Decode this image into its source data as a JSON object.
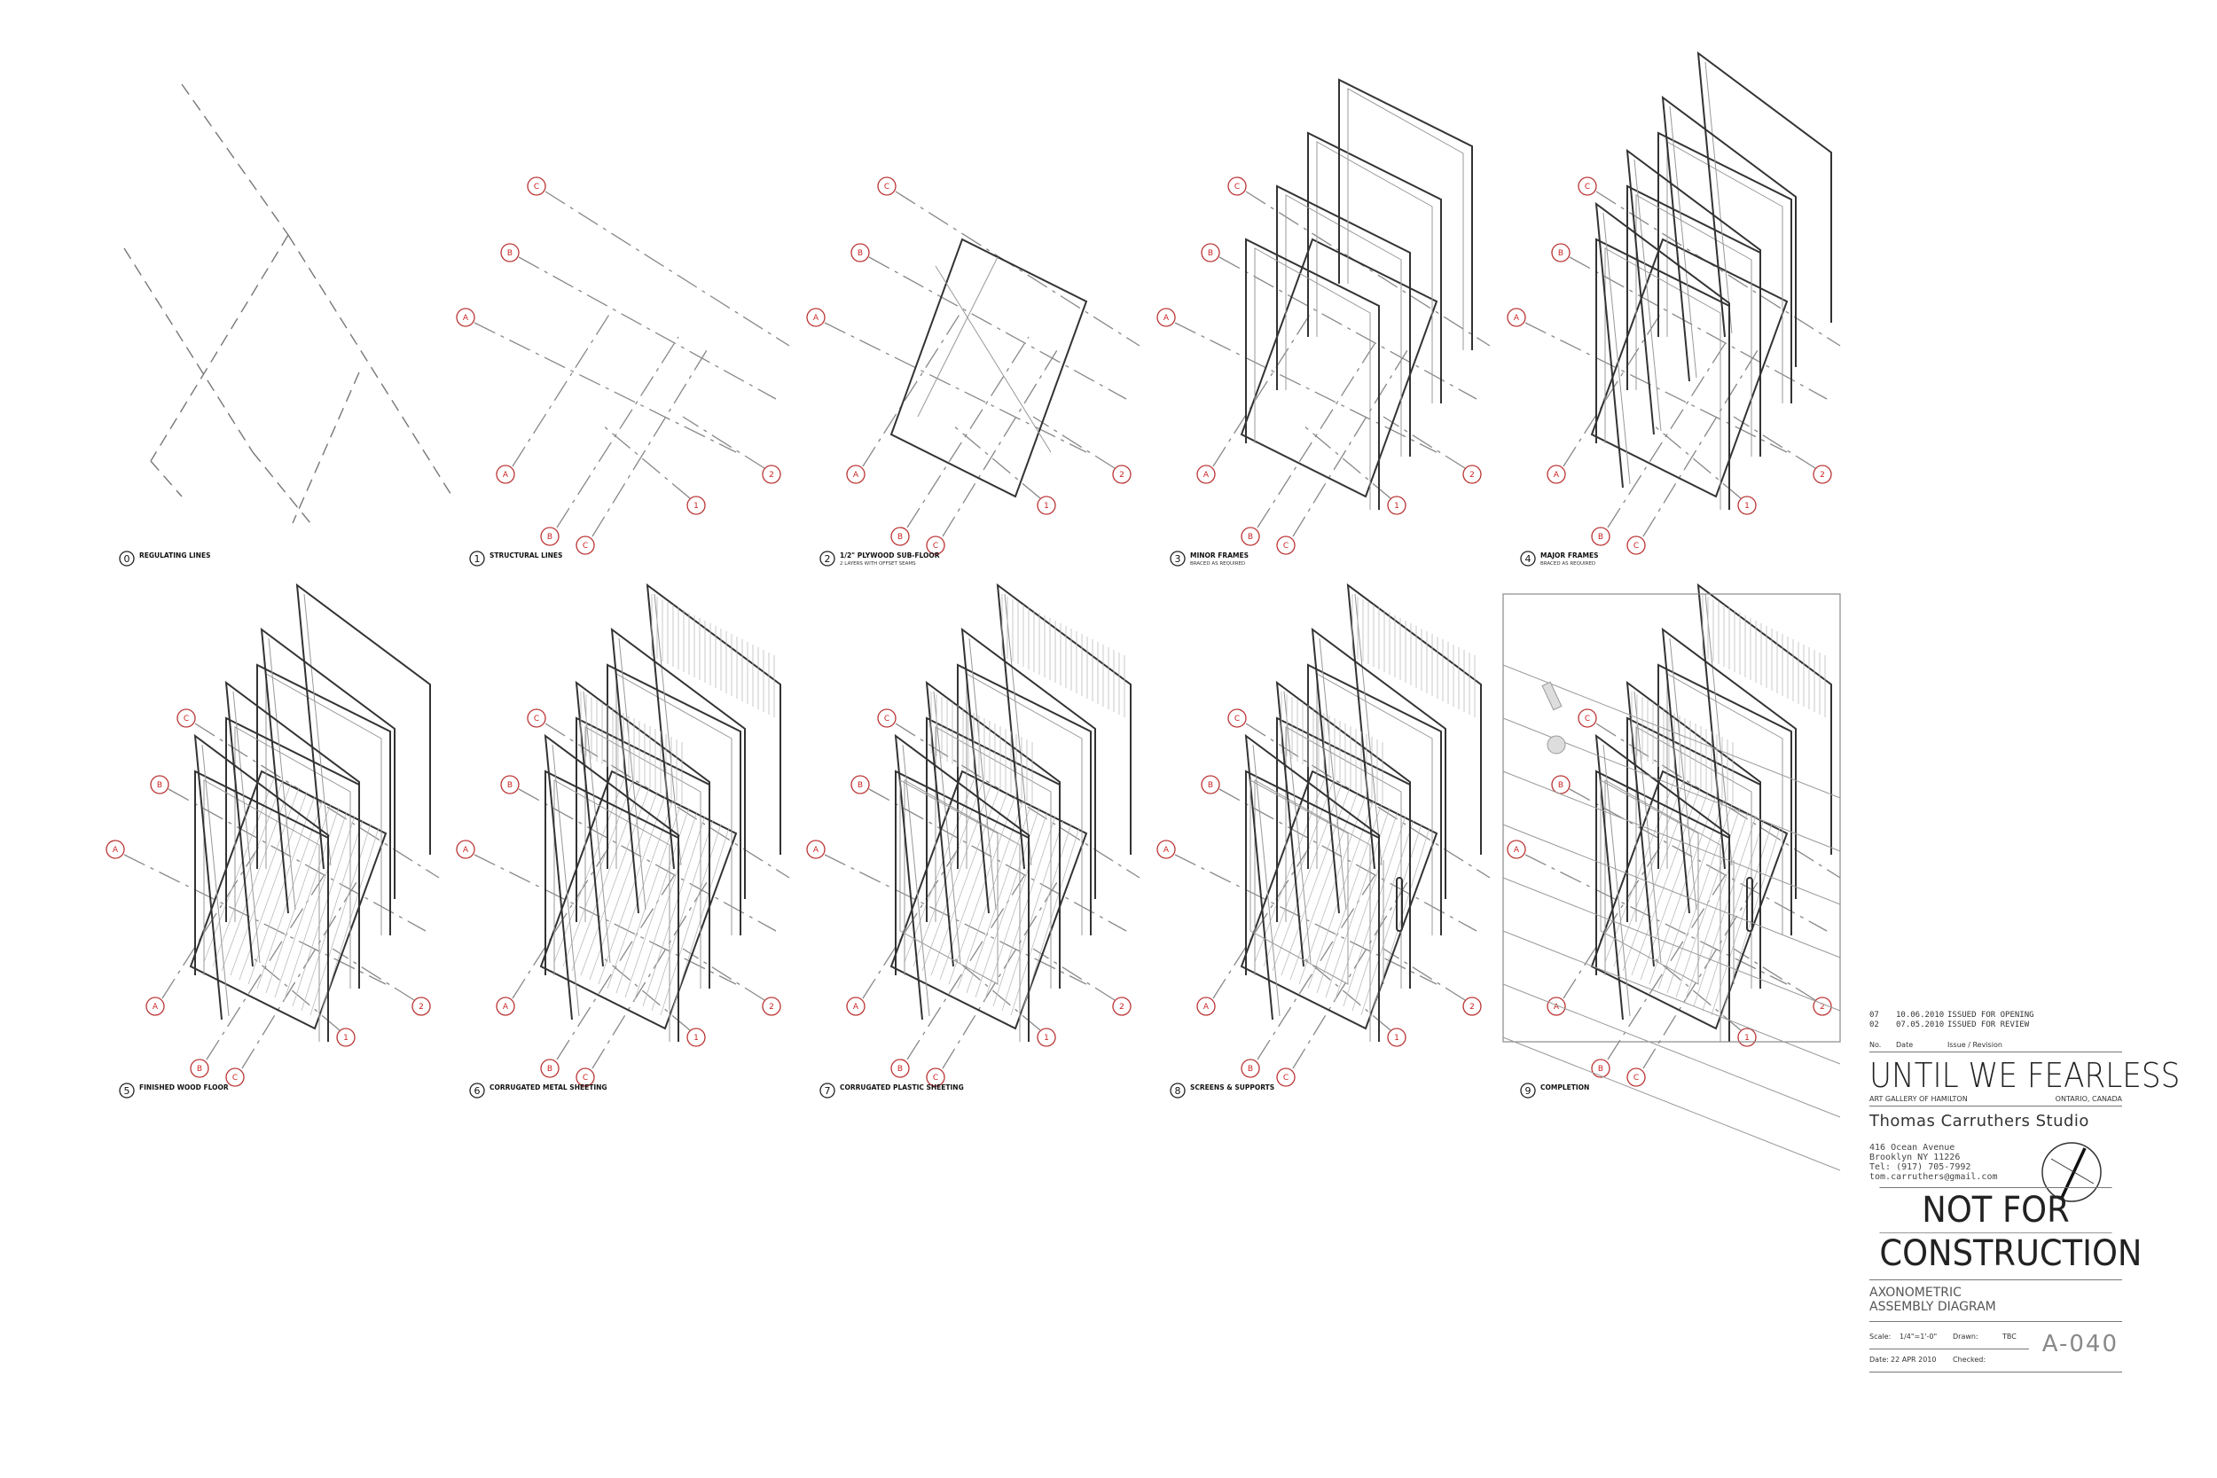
{
  "steps": [
    {
      "num": "0",
      "label": "REGULATING LINES",
      "sub": ""
    },
    {
      "num": "1",
      "label": "STRUCTURAL LINES",
      "sub": ""
    },
    {
      "num": "2",
      "label": "1/2\" PLYWOOD SUB-FLOOR",
      "sub": "2 LAYERS WITH OFFSET SEAMS"
    },
    {
      "num": "3",
      "label": "MINOR FRAMES",
      "sub": "BRACED AS REQUIRED"
    },
    {
      "num": "4",
      "label": "MAJOR FRAMES",
      "sub": "BRACED AS REQUIRED"
    },
    {
      "num": "5",
      "label": "FINISHED WOOD FLOOR",
      "sub": ""
    },
    {
      "num": "6",
      "label": "CORRUGATED METAL SHEETING",
      "sub": ""
    },
    {
      "num": "7",
      "label": "CORRUGATED PLASTIC SHEETING",
      "sub": ""
    },
    {
      "num": "8",
      "label": "SCREENS & SUPPORTS",
      "sub": ""
    },
    {
      "num": "9",
      "label": "COMPLETION",
      "sub": ""
    }
  ],
  "grid_bubbles": [
    "C",
    "B",
    "A",
    "A",
    "B",
    "C",
    "1",
    "2"
  ],
  "titleblock": {
    "revisions": [
      {
        "no": "07",
        "date": "10.06.2010",
        "issue": "ISSUED FOR OPENING"
      },
      {
        "no": "02",
        "date": "07.05.2010",
        "issue": "ISSUED FOR REVIEW"
      }
    ],
    "rev_header": {
      "no": "No.",
      "date": "Date",
      "issue": "Issue / Revision"
    },
    "project": "UNTIL WE FEARLESS",
    "venue": "ART GALLERY OF HAMILTON",
    "location": "ONTARIO, CANADA",
    "studio": "Thomas Carruthers Studio",
    "address": [
      "416 Ocean Avenue",
      "Brooklyn  NY 11226",
      "Tel:  (917)   705-7992",
      "tom.carruthers@gmail.com"
    ],
    "stamp_line1": "NOT FOR",
    "stamp_line2": "CONSTRUCTION",
    "drawing_title": [
      "AXONOMETRIC",
      "ASSEMBLY DIAGRAM"
    ],
    "scale_label": "Scale:",
    "scale": "1/4\"=1'-0\"",
    "drawn_label": "Drawn:",
    "drawn": "TBC",
    "date_label": "Date:",
    "date": "22 APR 2010",
    "checked_label": "Checked:",
    "sheet": "A-040"
  }
}
